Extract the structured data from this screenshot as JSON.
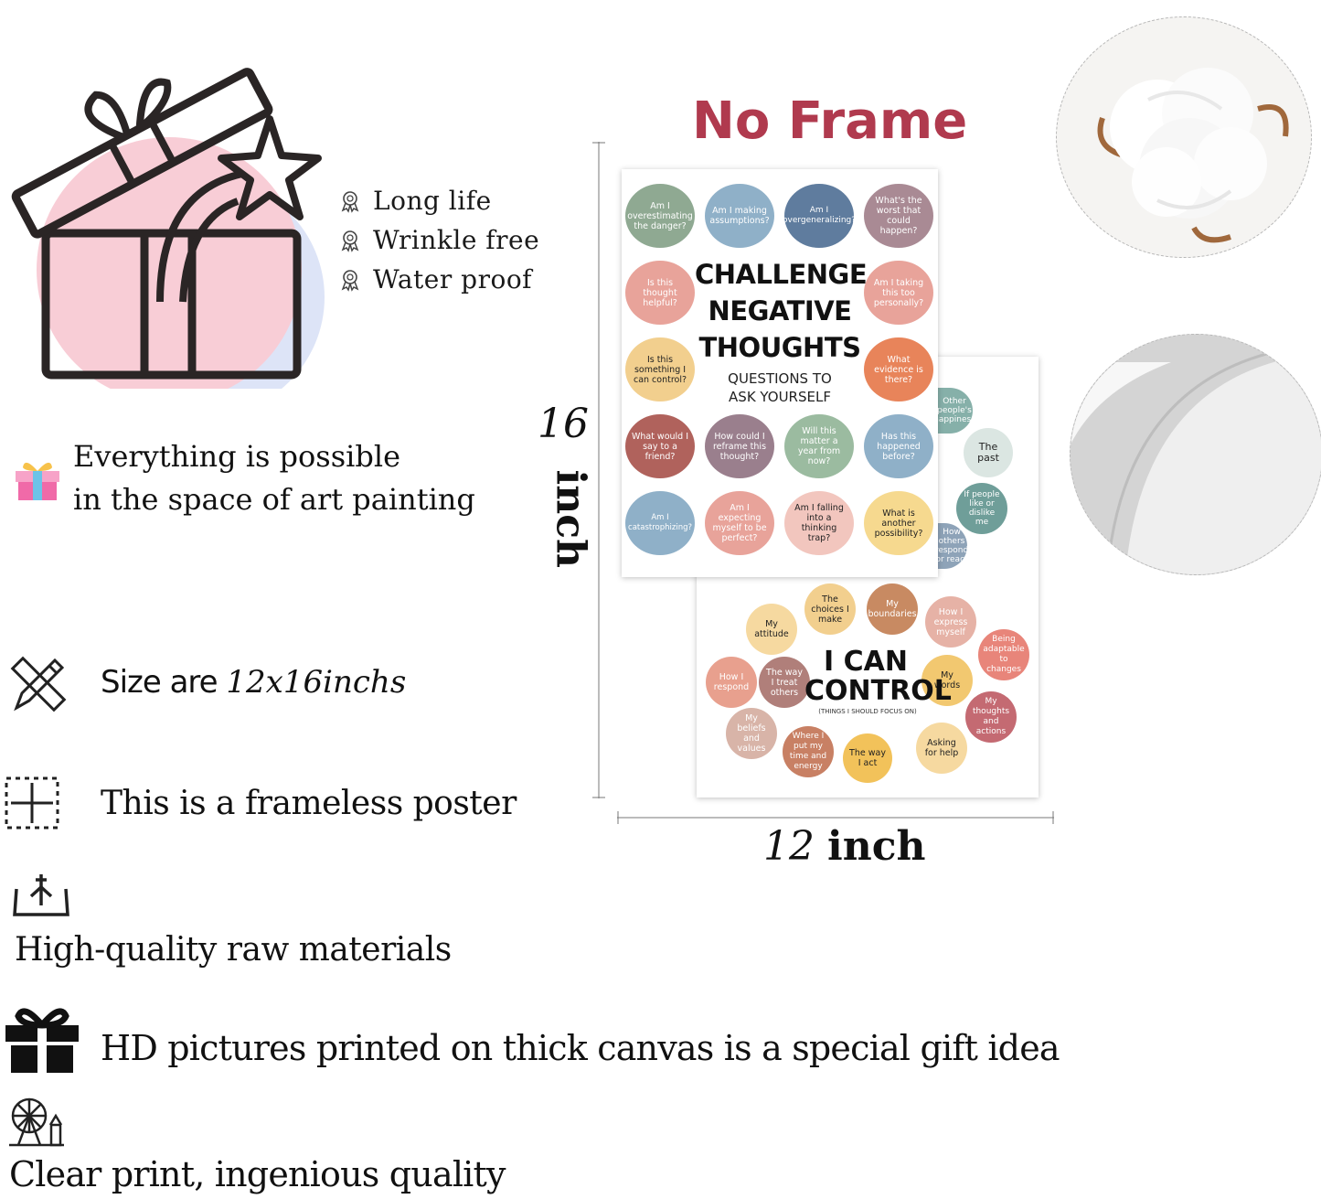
{
  "header": {
    "no_frame": "No Frame"
  },
  "features": [
    {
      "label": "Long life",
      "icon": "award-ribbon-icon"
    },
    {
      "label": "Wrinkle free",
      "icon": "award-ribbon-icon"
    },
    {
      "label": "Water proof",
      "icon": "award-ribbon-icon"
    }
  ],
  "tagline": {
    "line1": "Everything is possible",
    "line2": "in the space of art painting"
  },
  "size": {
    "prefix": "Size are ",
    "value": "12x16inchs"
  },
  "frameless": "This is a frameless poster",
  "materials": "High-quality raw materials",
  "gift": "HD pictures printed on thick canvas is a special gift idea",
  "print": "Clear print, ingenious quality",
  "dimensions": {
    "height_num": "16",
    "height_unit": "inch",
    "width_num": "12",
    "width_unit": "inch"
  },
  "poster1": {
    "title1": "CHALLENGE",
    "title2": "NEGATIVE",
    "title3": "THOUGHTS",
    "subtitle1": "QUESTIONS TO",
    "subtitle2": "ASK YOURSELF",
    "bubbles": [
      "Am I overestimating the danger?",
      "Am I making assumptions?",
      "Am I overgeneralizing?",
      "What's the worst that could happen?",
      "Is this thought helpful?",
      "Am I taking this too personally?",
      "Is this something I can control?",
      "What evidence is there?",
      "What would I say to a friend?",
      "How could I reframe this thought?",
      "Will this matter a year from now?",
      "Has this happened before?",
      "Am I catastrophizing?",
      "Am I expecting myself to be perfect?",
      "Am I falling into a thinking trap?",
      "What is another possibility?"
    ]
  },
  "poster2": {
    "title1": "I CAN",
    "title2": "CONTROL",
    "subtitle": "(THINGS I SHOULD FOCUS ON)",
    "side_bubbles": [
      "Other people's happiness",
      "The past",
      "If people like or dislike me",
      "How others respond or react"
    ],
    "bubbles": [
      "The choices I make",
      "My boundaries",
      "My attitude",
      "How I express myself",
      "Being adaptable to changes",
      "How I respond",
      "The way I treat others",
      "My words",
      "My thoughts and actions",
      "My beliefs and values",
      "Where I put my time and energy",
      "The way I act",
      "Asking for help"
    ]
  },
  "colors": {
    "no_frame": "#b03a4e",
    "sage": "#8fa992",
    "blue": "#8fb0c8",
    "navy": "#5f7c9e",
    "mauve": "#a98a94",
    "rose": "#e8a39a",
    "orange": "#e8845a",
    "sand": "#f2cf8e",
    "brick": "#b0625c",
    "plum": "#9a7f8d",
    "green": "#9bbba0",
    "pink": "#f2c6be",
    "yellow": "#f6d98f",
    "teal": "#6f9e99"
  }
}
